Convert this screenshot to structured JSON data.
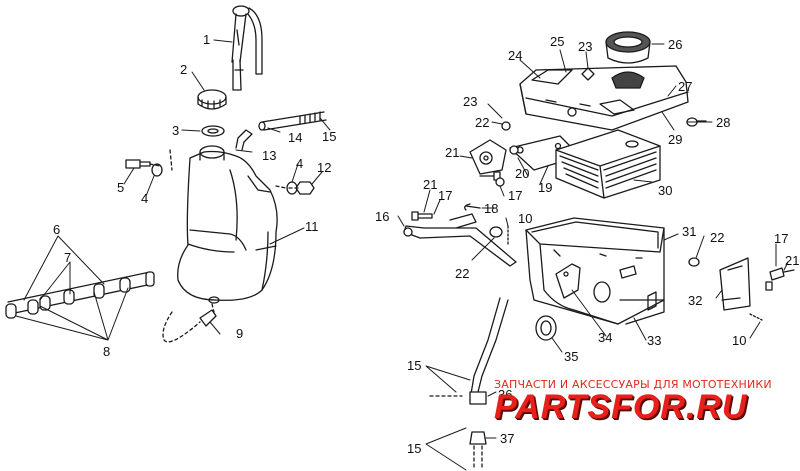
{
  "diagram": {
    "callouts": [
      "1",
      "2",
      "3",
      "4",
      "4",
      "5",
      "6",
      "7",
      "8",
      "9",
      "10",
      "10",
      "11",
      "12",
      "13",
      "14",
      "15",
      "15",
      "15",
      "16",
      "17",
      "17",
      "17",
      "18",
      "19",
      "20",
      "21",
      "21",
      "21",
      "22",
      "22",
      "22",
      "23",
      "23",
      "24",
      "25",
      "26",
      "27",
      "28",
      "29",
      "30",
      "31",
      "32",
      "33",
      "34",
      "35",
      "36",
      "37"
    ],
    "line_color": "#1a1a1a"
  },
  "watermark": {
    "caption": "ЗАПЧАСТИ И АКСЕССУАРЫ ДЛЯ МОТОТЕХНИКИ",
    "logo": "PARTSFOR.RU",
    "color": "#e8201b"
  }
}
